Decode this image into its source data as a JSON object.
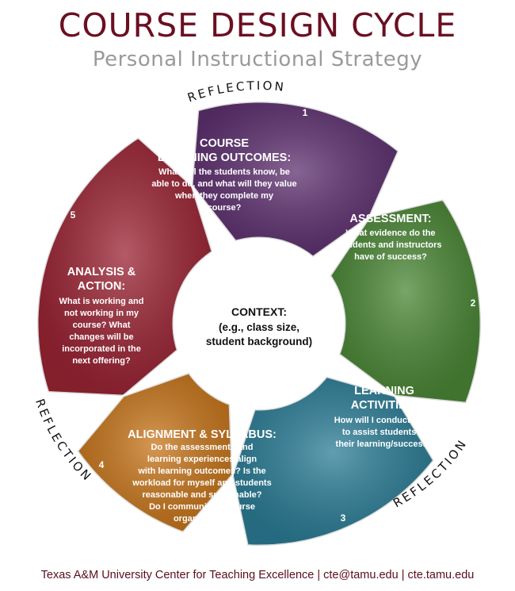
{
  "header": {
    "title": "COURSE DESIGN CYCLE",
    "subtitle": "Personal Instructional Strategy"
  },
  "context": {
    "title": "CONTEXT:",
    "lines": [
      "(e.g., class size,",
      "student background)"
    ]
  },
  "reflection_label": "REFLECTION",
  "segments": [
    {
      "number": "1",
      "color": "#9b2434",
      "title_lines": [
        "COURSE",
        "LEARNING OUTCOMES:"
      ],
      "body_lines": [
        "What will the students know, be",
        "able to do, and what will they value",
        "when they complete my",
        "course?"
      ]
    },
    {
      "number": "2",
      "color": "#5e3170",
      "title_lines": [
        "ASSESSMENT:"
      ],
      "body_lines": [
        "What evidence do the",
        "students and instructors",
        "have of success?"
      ]
    },
    {
      "number": "3",
      "color": "#4b8736",
      "title_lines": [
        "LEARNING",
        "ACTIVITIES:"
      ],
      "body_lines": [
        "How will I conduct class",
        "to assist students in",
        "their learning/success?"
      ]
    },
    {
      "number": "4",
      "color": "#2c7d96",
      "title_lines": [
        "ALIGNMENT & SYLLABUS:"
      ],
      "body_lines": [
        "Do the assessments and",
        "learning experiences align",
        "with learning outcomes? Is the",
        "workload for myself and students",
        "reasonable and sustainable?",
        "Do I communicate course",
        "organization?"
      ]
    },
    {
      "number": "5",
      "color": "#c7761c",
      "title_lines": [
        "ANALYSIS &",
        "ACTION:"
      ],
      "body_lines": [
        "What is working and",
        "not working in my",
        "course? What",
        "changes will be",
        "incorporated in the",
        "next offering?"
      ]
    }
  ],
  "footer": "Texas A&M University Center for Teaching Excellence | cte@tamu.edu | cte.tamu.edu"
}
